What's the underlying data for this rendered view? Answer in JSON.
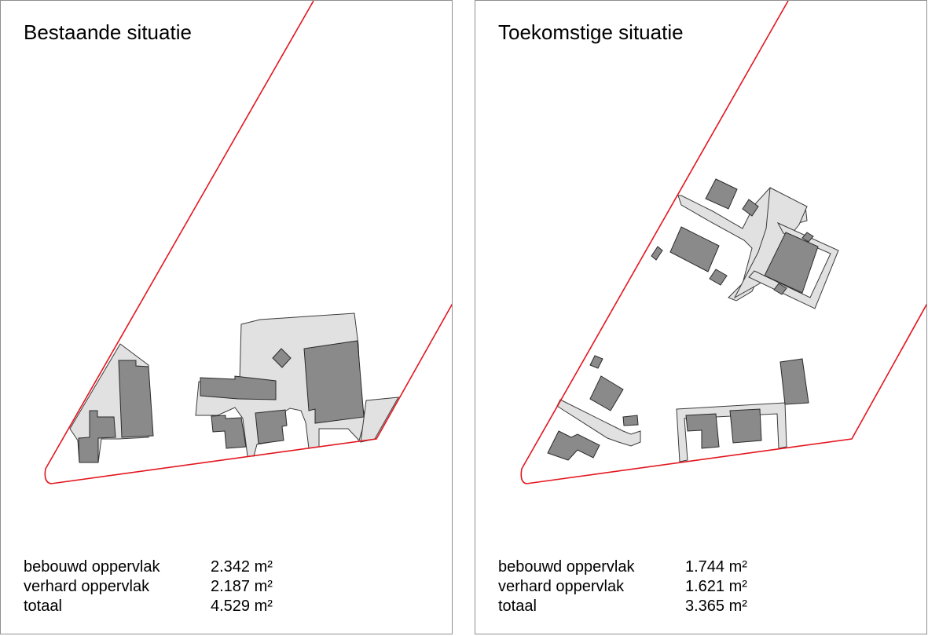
{
  "colors": {
    "plot_boundary": "#e3161e",
    "building": "#8a8a8a",
    "paved": "#e1e1e1",
    "outline": "#2a2a2a",
    "panel_border": "#8f8f8f"
  },
  "panels": {
    "existing": {
      "title": "Bestaande situatie",
      "stats": [
        {
          "label": "bebouwd oppervlak",
          "value": "2.342 m²"
        },
        {
          "label": "verhard oppervlak",
          "value": "2.187 m²"
        },
        {
          "label": "totaal",
          "value": "4.529 m²"
        }
      ]
    },
    "future": {
      "title": "Toekomstige situatie",
      "stats": [
        {
          "label": "bebouwd oppervlak",
          "value": "1.744 m²"
        },
        {
          "label": "verhard oppervlak",
          "value": "1.621 m²"
        },
        {
          "label": "totaal",
          "value": "3.365 m²"
        }
      ]
    }
  }
}
